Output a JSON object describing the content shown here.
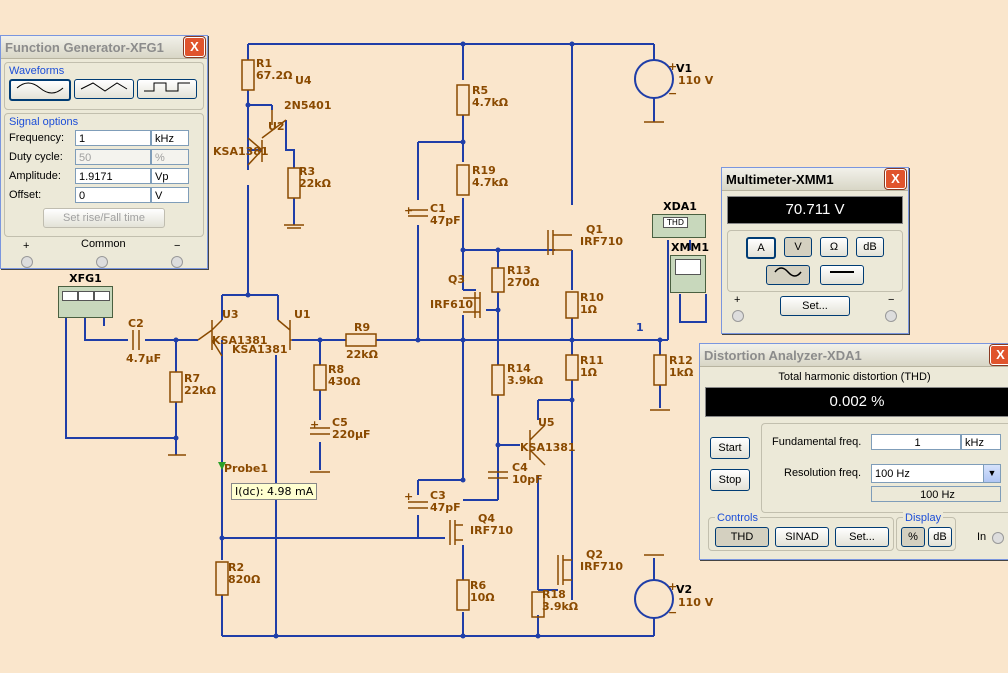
{
  "schematic": {
    "components": {
      "R1": {
        "name": "R1",
        "value": "67.2Ω"
      },
      "U4": {
        "name": "U4",
        "value": "2N5401"
      },
      "U2": {
        "name": "U2",
        "value": "KSA1381"
      },
      "R3": {
        "name": "R3",
        "value": "22kΩ"
      },
      "R5": {
        "name": "R5",
        "value": "4.7kΩ"
      },
      "R19": {
        "name": "R19",
        "value": "4.7kΩ"
      },
      "C1": {
        "name": "C1",
        "value": "47pF"
      },
      "V1": {
        "name": "V1",
        "value": "110 V"
      },
      "Q1": {
        "name": "Q1",
        "value": "IRF710"
      },
      "Q3": {
        "name": "Q3",
        "value": "IRF610"
      },
      "R13": {
        "name": "R13",
        "value": "270Ω"
      },
      "R10": {
        "name": "R10",
        "value": "1Ω"
      },
      "C2": {
        "name": "C2",
        "value": "4.7µF"
      },
      "U3": {
        "name": "U3",
        "value": "KSA1381"
      },
      "U1": {
        "name": "U1",
        "value": "KSA1381"
      },
      "R9": {
        "name": "R9",
        "value": "22kΩ"
      },
      "R7": {
        "name": "R7",
        "value": "22kΩ"
      },
      "R8": {
        "name": "R8",
        "value": "430Ω"
      },
      "C5": {
        "name": "C5",
        "value": "220µF"
      },
      "R14": {
        "name": "R14",
        "value": "3.9kΩ"
      },
      "R11": {
        "name": "R11",
        "value": "1Ω"
      },
      "R12": {
        "name": "R12",
        "value": "1kΩ"
      },
      "U5": {
        "name": "U5",
        "value": "KSA1381"
      },
      "C4": {
        "name": "C4",
        "value": "10pF"
      },
      "C3": {
        "name": "C3",
        "value": "47pF"
      },
      "Q4": {
        "name": "Q4",
        "value": "IRF710"
      },
      "Q2": {
        "name": "Q2",
        "value": "IRF710"
      },
      "R2": {
        "name": "R2",
        "value": "820Ω"
      },
      "R6": {
        "name": "R6",
        "value": "10Ω"
      },
      "R18": {
        "name": "R18",
        "value": "3.9kΩ"
      },
      "V2": {
        "name": "V2",
        "value": "110 V"
      }
    },
    "instruments": {
      "xfg1": "XFG1",
      "xda1": "XDA1",
      "xmm1": "XMM1",
      "thd_chip": "THD"
    },
    "node_label": "1",
    "probe": {
      "name": "Probe1",
      "reading": "I(dc): 4.98 mA"
    },
    "plus": "+",
    "minus": "−"
  },
  "function_generator": {
    "title": "Function Generator-XFG1",
    "close": "X",
    "waveforms_label": "Waveforms",
    "signal_options_label": "Signal options",
    "rows": [
      {
        "label": "Frequency:",
        "value": "1",
        "unit": "kHz",
        "disabled": false
      },
      {
        "label": "Duty cycle:",
        "value": "50",
        "unit": "%",
        "disabled": true
      },
      {
        "label": "Amplitude:",
        "value": "1.9171",
        "unit": "Vp",
        "disabled": false
      },
      {
        "label": "Offset:",
        "value": "0",
        "unit": "V",
        "disabled": false
      }
    ],
    "rise_fall_button": "Set rise/Fall time",
    "terminal_plus": "+",
    "terminal_common": "Common",
    "terminal_minus": "−"
  },
  "multimeter": {
    "title": "Multimeter-XMM1",
    "close": "X",
    "display": "70.711 V",
    "modes": [
      "A",
      "V",
      "Ω",
      "dB"
    ],
    "set_button": "Set...",
    "terminal_plus": "+",
    "terminal_minus": "−"
  },
  "distortion_analyzer": {
    "title": "Distortion Analyzer-XDA1",
    "close": "X",
    "thd_label": "Total harmonic distortion (THD)",
    "display": "0.002 %",
    "start": "Start",
    "stop": "Stop",
    "fundamental_label": "Fundamental freq.",
    "fundamental_value": "1",
    "fundamental_unit": "kHz",
    "resolution_label": "Resolution freq.",
    "resolution_value": "100 Hz",
    "resolution_readout": "100 Hz",
    "controls_label": "Controls",
    "controls": [
      "THD",
      "SINAD",
      "Set..."
    ],
    "display_label": "Display",
    "display_buttons": [
      "%",
      "dB"
    ],
    "in_label": "In"
  }
}
